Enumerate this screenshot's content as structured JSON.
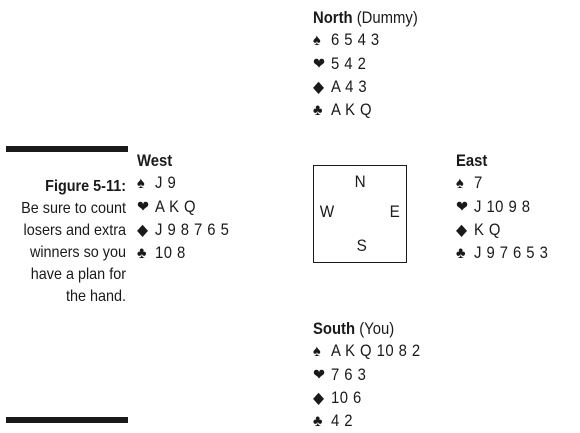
{
  "figure": {
    "label": "Figure 5-11:",
    "caption": "Be sure to count losers and extra winners so you have a plan for the hand."
  },
  "suit_symbols": {
    "spades": "♠",
    "hearts": "❤",
    "diamonds": "◆",
    "clubs": "♣"
  },
  "hands": {
    "north": {
      "name": "North",
      "role": "(Dummy)",
      "spades": "6 5 4 3",
      "hearts": "5 4 2",
      "diamonds": "A 4 3",
      "clubs": "A K Q"
    },
    "west": {
      "name": "West",
      "role": "",
      "spades": "J 9",
      "hearts": "A K Q",
      "diamonds": "J 9 8 7 6 5",
      "clubs": "10 8"
    },
    "east": {
      "name": "East",
      "role": "",
      "spades": "7",
      "hearts": "J 10 9 8",
      "diamonds": "K Q",
      "clubs": "J 9 7 6 5 3"
    },
    "south": {
      "name": "South",
      "role": "(You)",
      "spades": "A K Q 10 8 2",
      "hearts": "7 6 3",
      "diamonds": "10 6",
      "clubs": "4 2"
    }
  },
  "compass": {
    "n": "N",
    "w": "W",
    "e": "E",
    "s": "S"
  }
}
